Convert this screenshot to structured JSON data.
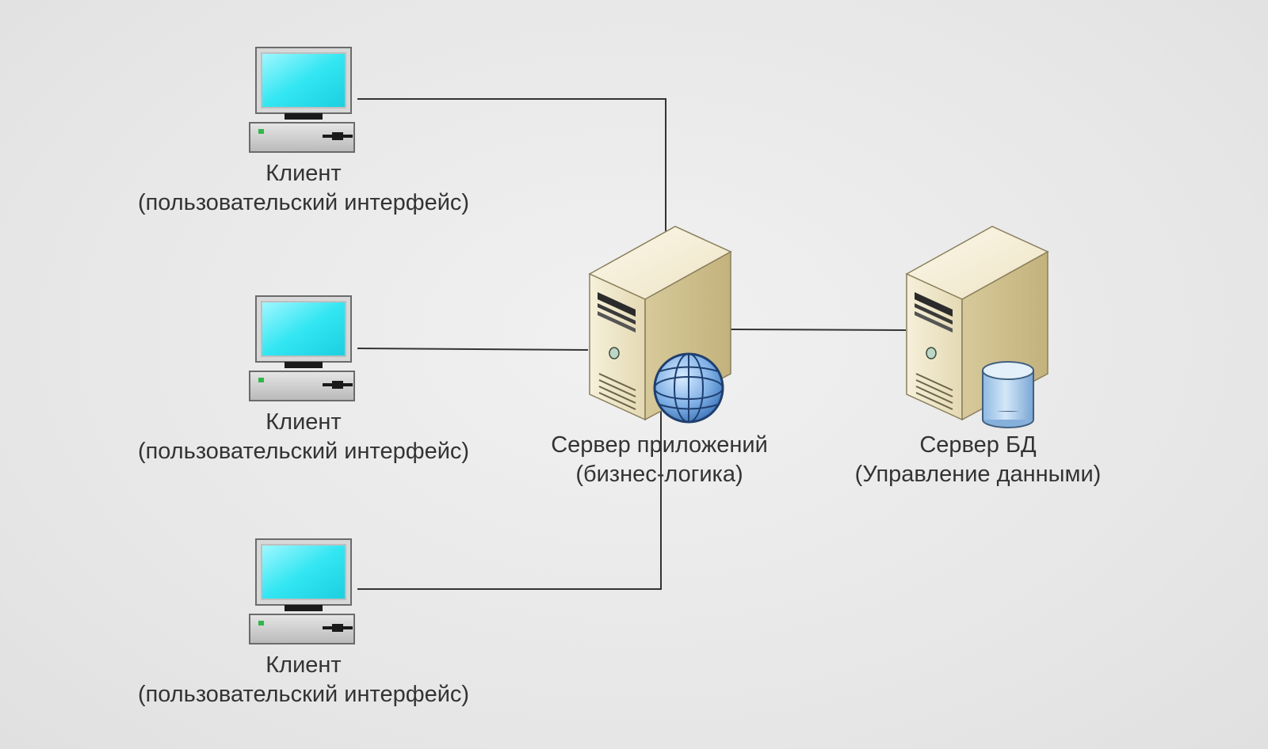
{
  "nodes": {
    "client_1": {
      "title": "Клиент",
      "subtitle": "(пользовательский интерфейс)"
    },
    "client_2": {
      "title": "Клиент",
      "subtitle": "(пользовательский интерфейс)"
    },
    "client_3": {
      "title": "Клиент",
      "subtitle": "(пользовательский интерфейс)"
    },
    "app_server": {
      "title": "Сервер приложений",
      "subtitle": "(бизнес-логика)"
    },
    "db_server": {
      "title": "Сервер БД",
      "subtitle": "(Управление данными)"
    }
  },
  "colors": {
    "background": "#e9e9e9",
    "screen": "#33e6f2",
    "server_body": "#efe6c8",
    "globe": "#6f9fd6",
    "database": "#b5d2ee",
    "connector": "#333333"
  }
}
